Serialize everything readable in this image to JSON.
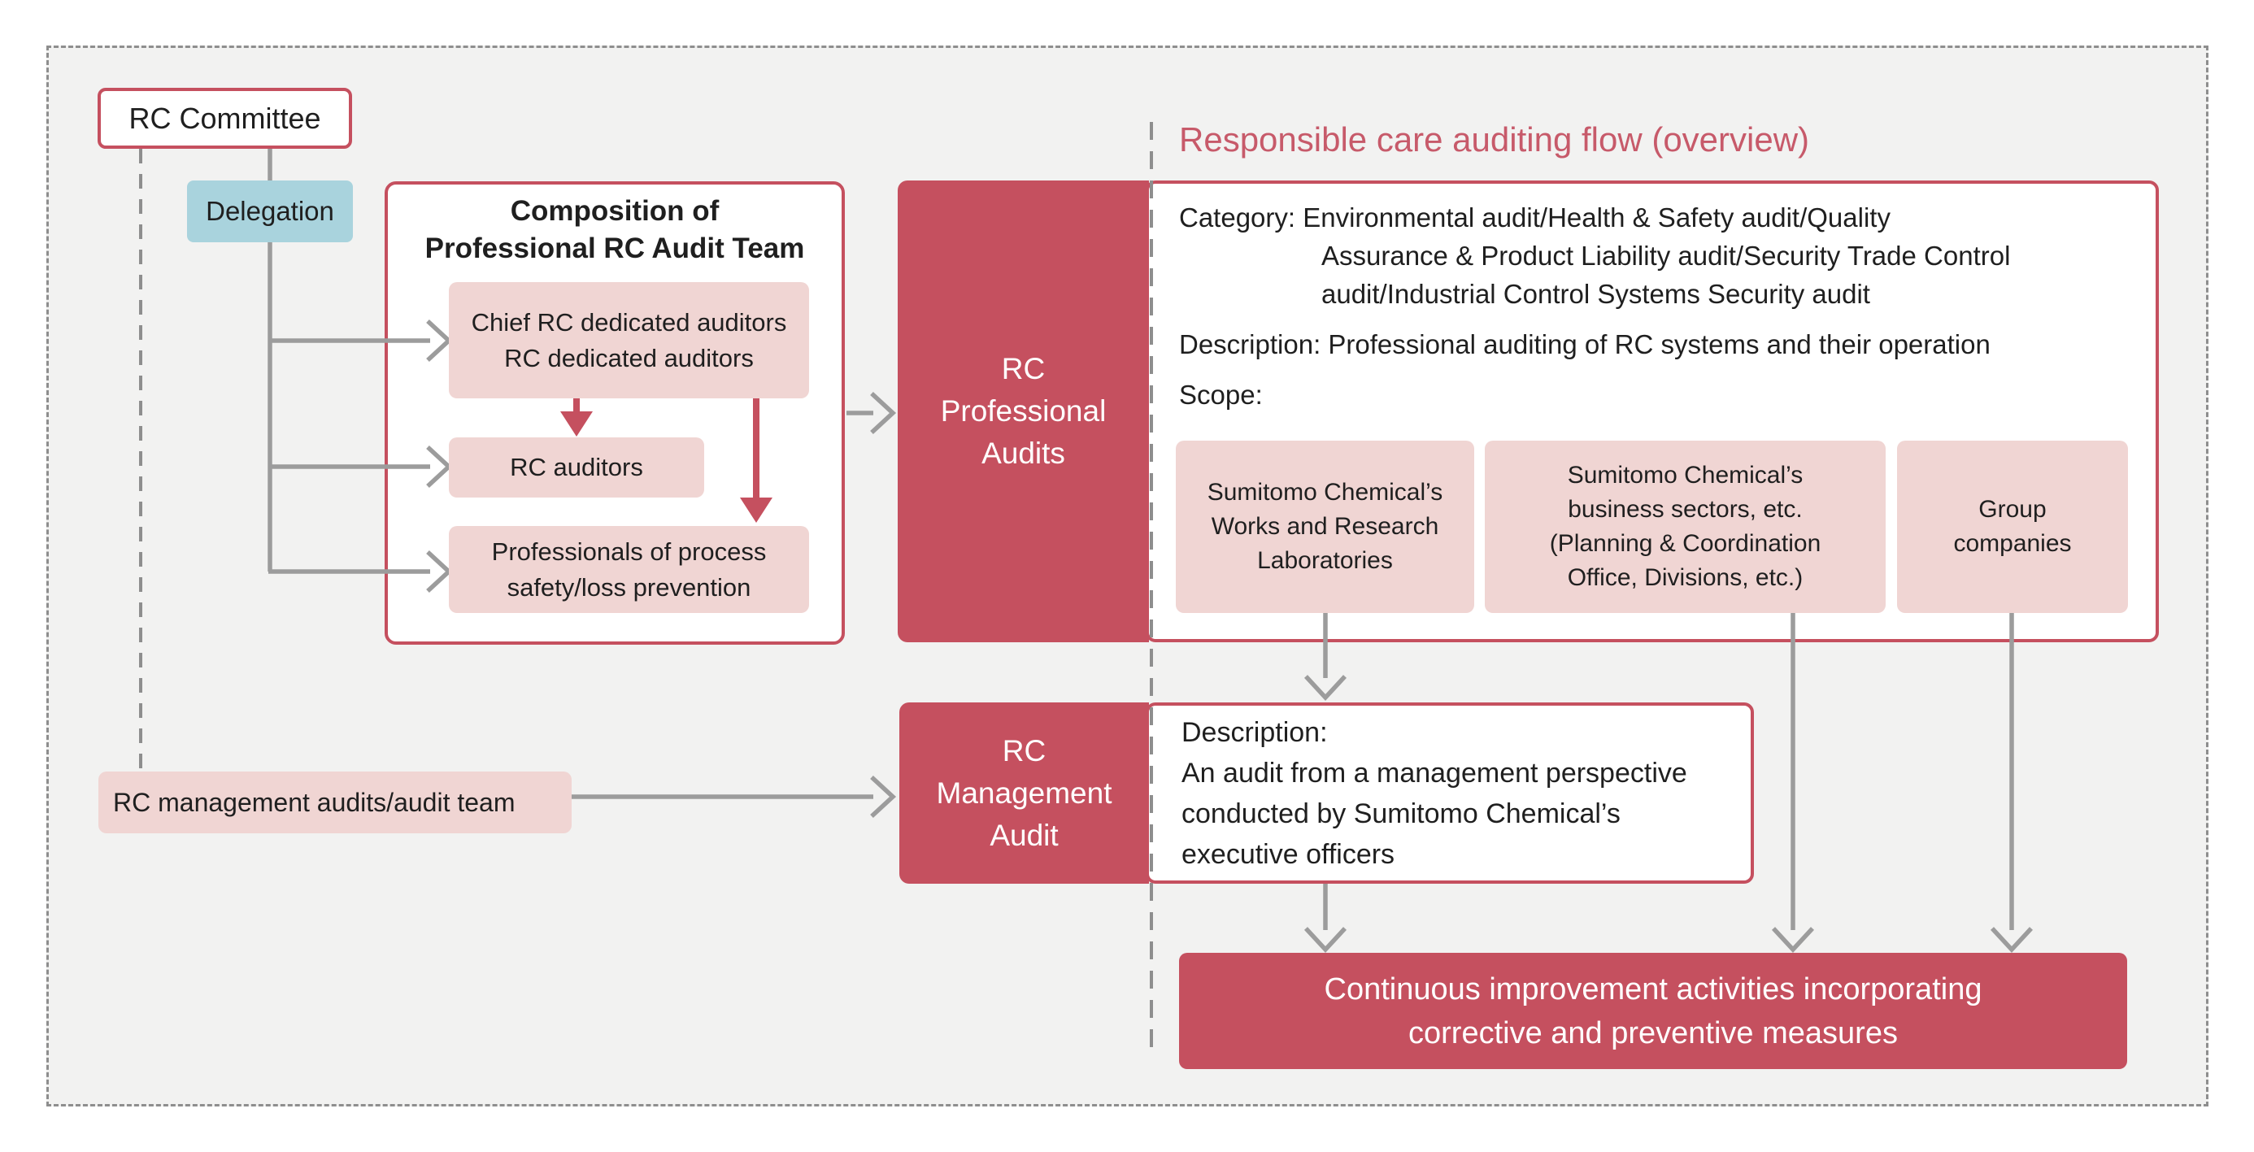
{
  "colors": {
    "crimson": "#c5505f",
    "pink": "#f0d5d3",
    "blue": "#a9d3dd",
    "gray_arrow": "#9c9c9c",
    "dash_gray": "#8e8e8e",
    "panel_bg": "#f2f2f1",
    "ink": "#1f1f1f",
    "title_red": "#c75a6a",
    "white": "#ffffff"
  },
  "title": "Responsible care auditing flow (overview)",
  "left_flow": {
    "rc_committee": "RC Committee",
    "delegation": "Delegation",
    "composition": {
      "title": "Composition of\nProfessional RC Audit Team",
      "members": [
        {
          "label": "Chief RC dedicated auditors\nRC dedicated auditors"
        },
        {
          "label": "RC auditors"
        },
        {
          "label": "Professionals of process\nsafety/loss prevention"
        }
      ]
    },
    "management_team": "RC management audits/audit team"
  },
  "professional_audit": {
    "node": "RC\nProfessional\nAudits",
    "category": "Category: Environmental audit/Health & Safety audit/Quality\nAssurance & Product Liability audit/Security Trade Control\naudit/Industrial Control Systems Security audit",
    "description": "Description: Professional auditing of RC systems and their operation",
    "scope_label": "Scope:",
    "scope_items": [
      {
        "label": "Sumitomo Chemical’s\nWorks and Research\nLaboratories"
      },
      {
        "label": "Sumitomo Chemical’s\nbusiness sectors, etc.\n(Planning & Coordination\nOffice, Divisions, etc.)"
      },
      {
        "label": "Group\ncompanies"
      }
    ]
  },
  "management_audit": {
    "node": "RC\nManagement\nAudit",
    "description": "Description:\nAn audit from a management perspective\nconducted by Sumitomo Chemical’s\nexecutive officers"
  },
  "outcome": "Continuous improvement activities incorporating\ncorrective and preventive measures"
}
